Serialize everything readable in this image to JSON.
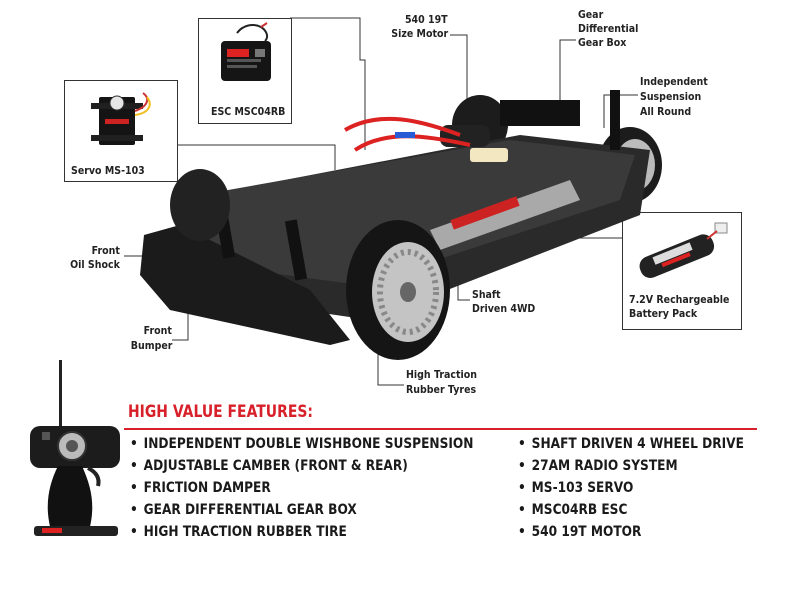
{
  "callouts": {
    "esc": "ESC MSC04RB",
    "servo": "Servo MS-103",
    "motor": [
      "540 19T",
      "Size Motor"
    ],
    "gearbox": [
      "Gear",
      "Differential",
      "Gear Box"
    ],
    "suspension": [
      "Independent",
      "Suspension",
      "All Round"
    ],
    "oil_shock": [
      "Front",
      "Oil Shock"
    ],
    "bumper": [
      "Front",
      "Bumper"
    ],
    "shaft": [
      "Shaft",
      "Driven 4WD"
    ],
    "tyres": [
      "High Traction",
      "Rubber Tyres"
    ],
    "battery": [
      "7.2V Rechargeable",
      "Battery Pack"
    ]
  },
  "features": {
    "title": "HIGH VALUE FEATURES:",
    "left": [
      "INDEPENDENT DOUBLE WISHBONE SUSPENSION",
      "ADJUSTABLE CAMBER (FRONT & REAR)",
      "FRICTION DAMPER",
      "GEAR DIFFERENTIAL GEAR BOX",
      "HIGH TRACTION RUBBER TIRE"
    ],
    "right": [
      "SHAFT DRIVEN 4 WHEEL DRIVE",
      "27AM RADIO SYSTEM",
      "MS-103 SERVO",
      "MSC04RB ESC",
      "540 19T MOTOR"
    ]
  },
  "colors": {
    "accent_red": "#d8202a",
    "text": "#1a1a1a"
  }
}
